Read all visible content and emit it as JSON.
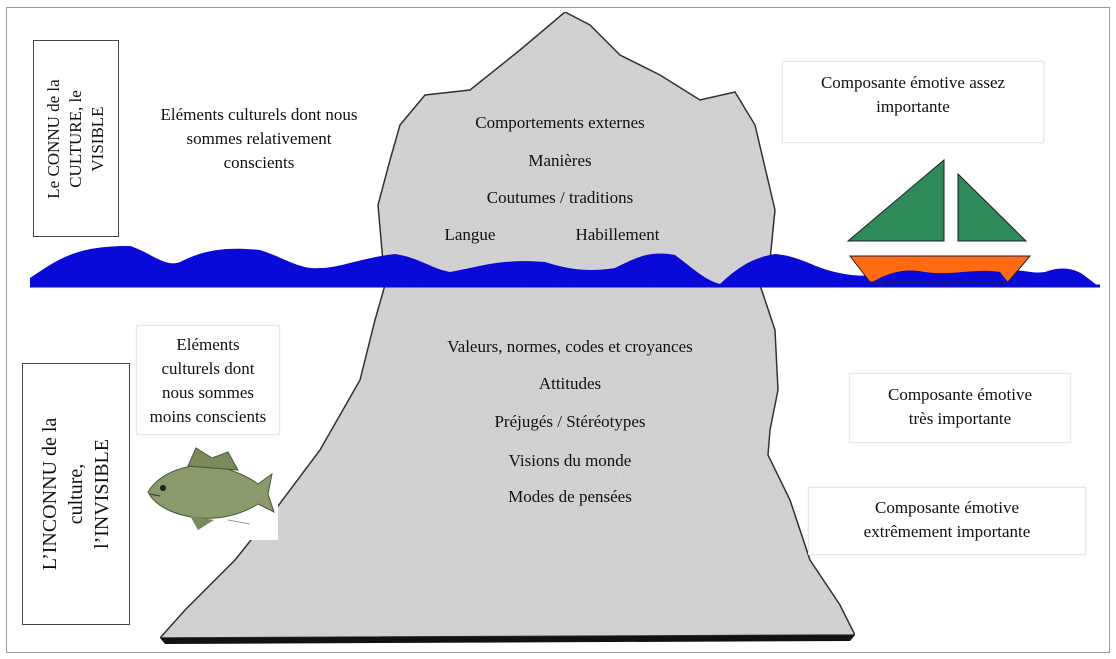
{
  "visible": {
    "side_label": "Le CONNU de la\nCULTURE, le\nVISIBLE",
    "conscious_text": "Eléments culturels dont nous\nsommes relativement\nconscients",
    "items": [
      "Comportements externes",
      "Manières",
      "Coutumes / traditions",
      "Langue",
      "Habillement"
    ],
    "emotive": "Composante émotive assez\nimportante"
  },
  "invisible": {
    "side_label": "L’INCONNU de la\nculture,\nl’INVISIBLE",
    "less_conscious_text": "Eléments\nculturels dont\nnous sommes\nmoins conscients",
    "items": [
      "Valeurs, normes, codes et croyances",
      "Attitudes",
      "Préjugés / Stéréotypes",
      "Visions du monde",
      "Modes de pensées"
    ],
    "emotive_very": "Composante émotive\ntrès importante",
    "emotive_extreme": "Composante émotive\nextrêmement importante"
  },
  "colors": {
    "water": "#0a0ad8",
    "sail": "#2e8b57",
    "hull": "#ff6a13",
    "iceberg": "#d9d9d9"
  },
  "icons": [
    "fish-icon",
    "sailboat-icon",
    "iceberg-icon"
  ]
}
